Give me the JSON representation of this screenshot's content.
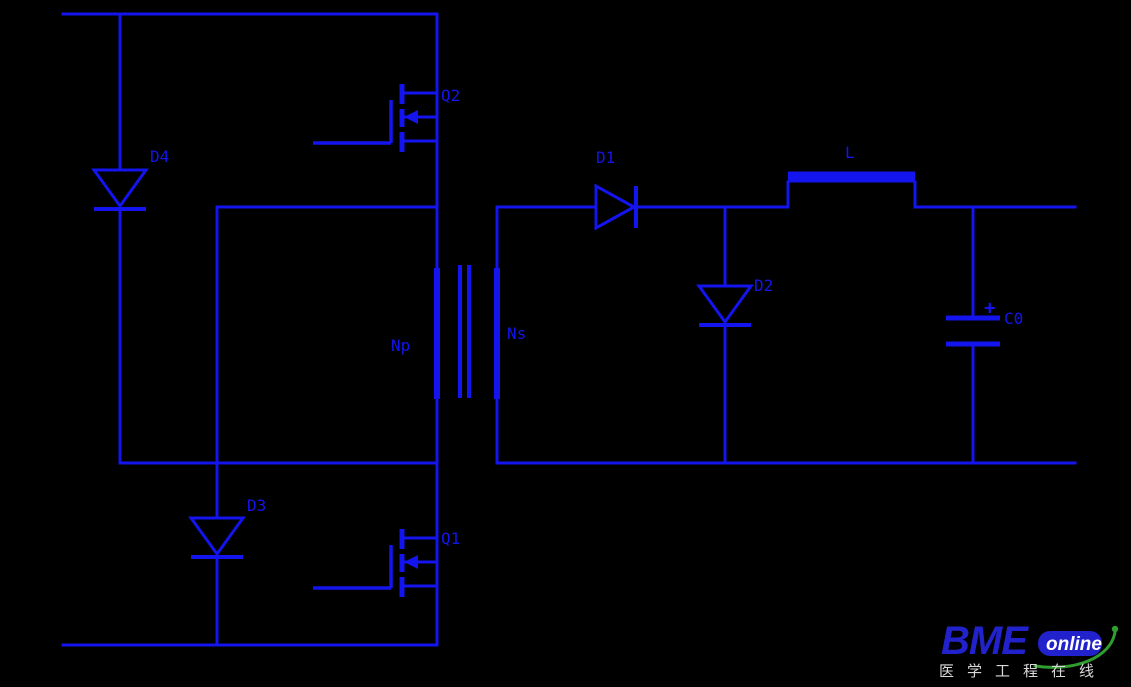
{
  "colors": {
    "background": "#000000",
    "wire": "#1414ee",
    "label": "#1414ee",
    "logo-blue": "#2222cc",
    "logo-green": "#2f9e2f",
    "logo-gray": "#d9d9d9"
  },
  "components": {
    "q1": {
      "label": "Q1",
      "type": "mosfet"
    },
    "q2": {
      "label": "Q2",
      "type": "mosfet"
    },
    "d1": {
      "label": "D1",
      "type": "diode"
    },
    "d2": {
      "label": "D2",
      "type": "diode"
    },
    "d3": {
      "label": "D3",
      "type": "diode"
    },
    "d4": {
      "label": "D4",
      "type": "diode"
    },
    "np": {
      "label": "Np",
      "type": "transformer-primary-winding"
    },
    "ns": {
      "label": "Ns",
      "type": "transformer-secondary-winding"
    },
    "l": {
      "label": "L",
      "type": "inductor"
    },
    "c0": {
      "label": "C0",
      "type": "polarized-capacitor",
      "polarity": "+"
    }
  },
  "logo": {
    "brand": "BME",
    "brand_suffix": "online",
    "tagline": "医学工程在线"
  }
}
